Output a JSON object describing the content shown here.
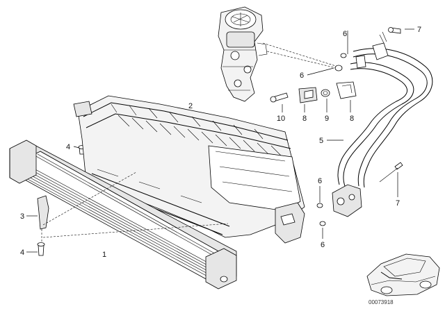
{
  "diagram": {
    "callouts": [
      "1",
      "2",
      "3",
      "4",
      "4",
      "5",
      "6",
      "6",
      "6",
      "6",
      "7",
      "7",
      "8",
      "8",
      "9",
      "10"
    ],
    "image_code": "00073918"
  }
}
